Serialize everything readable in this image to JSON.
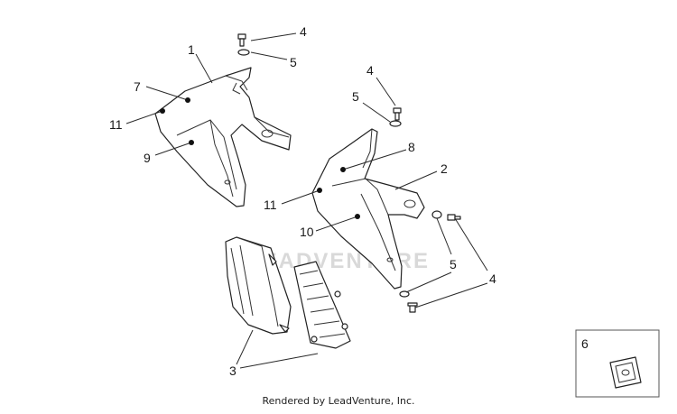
{
  "diagram": {
    "watermark": "LEADVENTURE",
    "credit": "Rendered by LeadVenture, Inc.",
    "callouts": {
      "c1": "1",
      "c2": "2",
      "c3": "3",
      "c4a": "4",
      "c4b": "4",
      "c4c": "4",
      "c5a": "5",
      "c5b": "5",
      "c5c": "5",
      "c6": "6",
      "c7": "7",
      "c8": "8",
      "c9": "9",
      "c10": "10",
      "c11a": "11",
      "c11b": "11"
    }
  }
}
